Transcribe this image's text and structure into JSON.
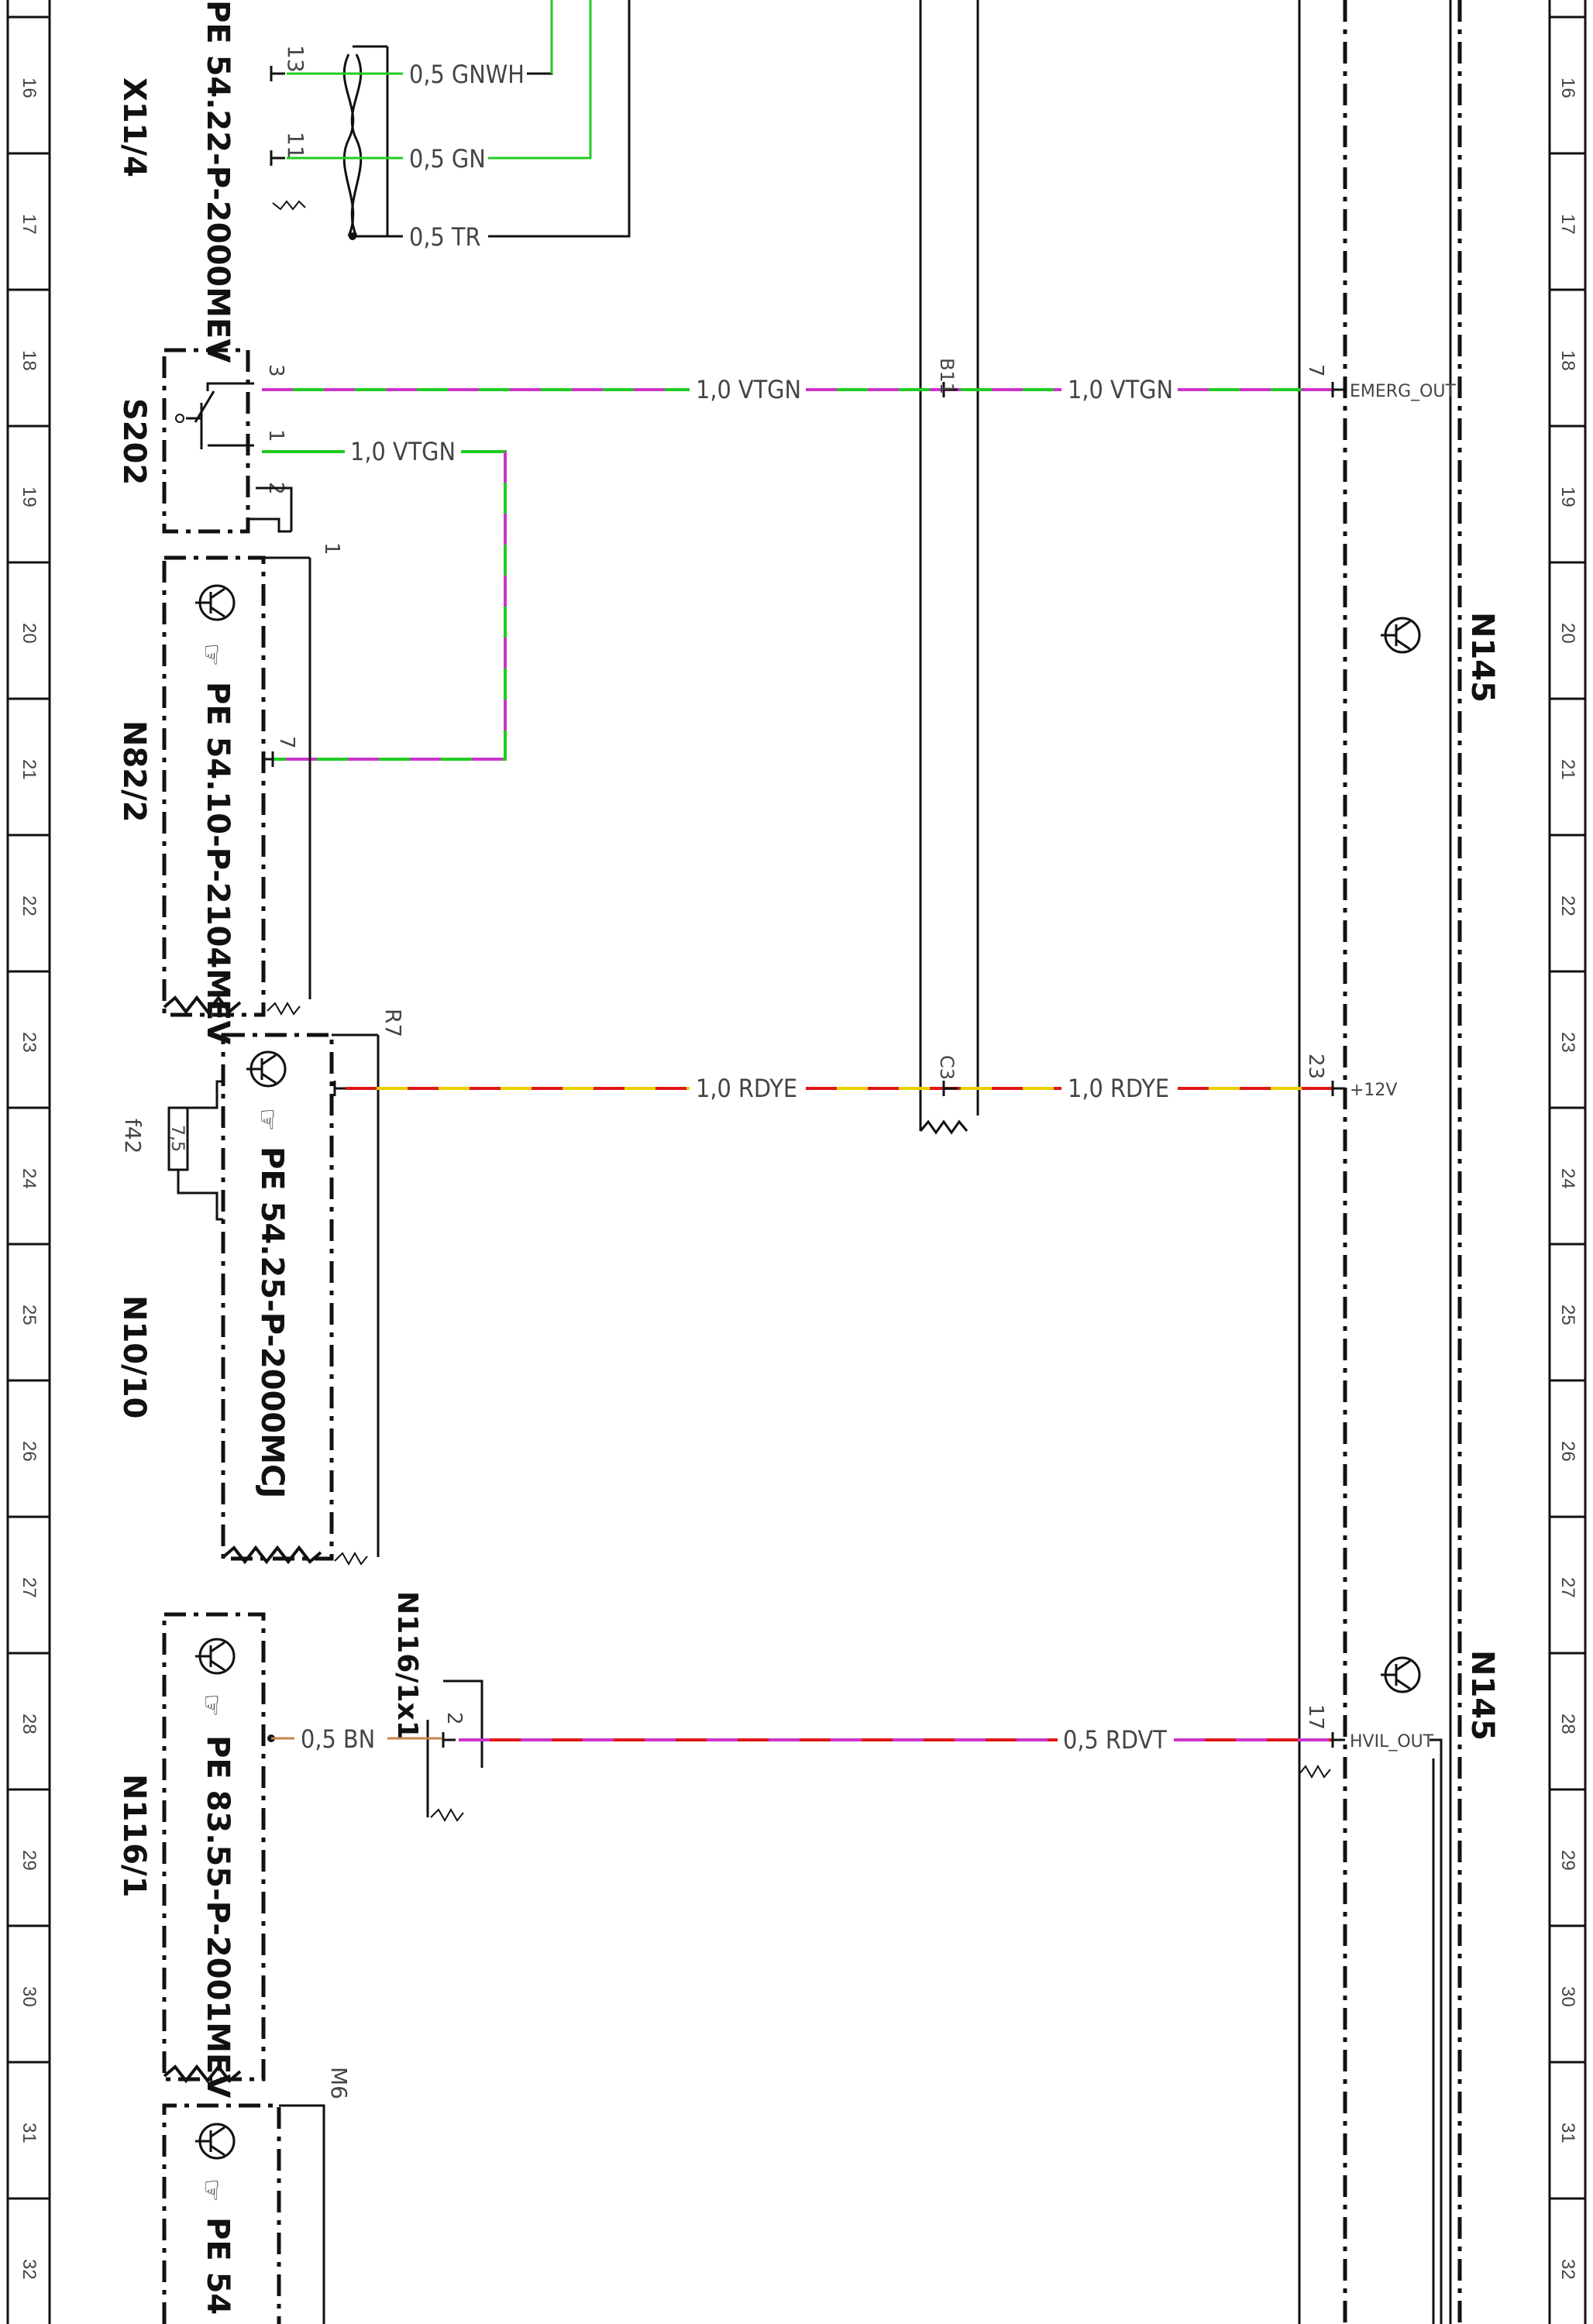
{
  "drawing": {
    "grid_numbers": [
      "16",
      "17",
      "18",
      "19",
      "20",
      "21",
      "22",
      "23",
      "24",
      "25",
      "26",
      "27",
      "28",
      "29",
      "30",
      "31",
      "32"
    ],
    "components": {
      "x11_4": {
        "id": "X11/4",
        "ref": "PE 54.22-P-2000MEV"
      },
      "s202": {
        "id": "S202"
      },
      "n82_2": {
        "id": "N82/2",
        "ref": "PE 54.10-P-2104MEV"
      },
      "n10_10": {
        "id": "N10/10",
        "ref": "PE 54.25-P-2000MCJ",
        "fuse_id": "f42",
        "fuse_value": "7,5",
        "pin": "R7"
      },
      "n116_1": {
        "id": "N116/1",
        "ref": "PE 83.55-P-2001MEV"
      },
      "n116_1x1": {
        "id": "N116/1x1"
      },
      "n145": {
        "id": "N145",
        "id_2": "N145"
      },
      "next": {
        "ref_partial": "PE 54",
        "pin": "M6"
      }
    },
    "wires": {
      "gnwh": "0,5 GNWH",
      "gn": "0,5 GN",
      "tr": "0,5 TR",
      "vtgn_a": "1,0 VTGN",
      "vtgn_b": "1,0 VTGN",
      "vtgn_c": "1,0 VTGN",
      "rdye_a": "1,0 RDYE",
      "rdye_b": "1,0 RDYE",
      "bn": "0,5 BN",
      "rdvt": "0,5 RDVT"
    },
    "pins": {
      "p13": "13",
      "p11": "11",
      "p3": "3",
      "p1": "1",
      "p2": "2",
      "p1b": "1",
      "p7": "7",
      "b11": "B11",
      "c3": "C3",
      "p7n": "7",
      "p23": "23",
      "p2b": "2",
      "p17": "17"
    },
    "signals": {
      "emerg": "EMERG_OUT",
      "v12": "+12V",
      "hvil": "HVIL_OUT"
    }
  },
  "colors": {
    "green": "#22cc22",
    "violet": "#cc33cc",
    "red": "#e01818",
    "yellow": "#e8d000",
    "brown": "#c8864a",
    "black": "#111111",
    "gray_text": "#444444"
  }
}
